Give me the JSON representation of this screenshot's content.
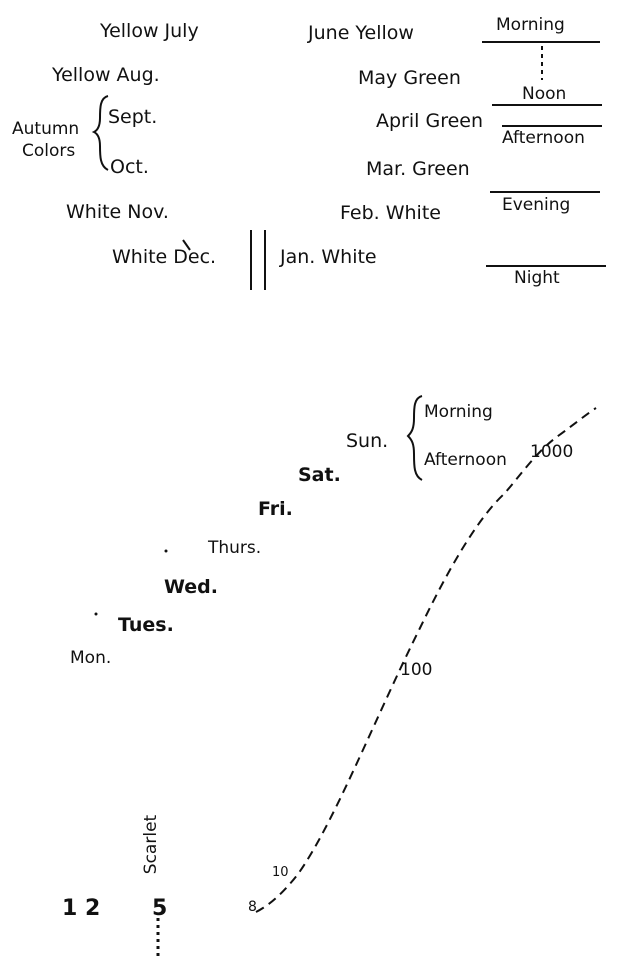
{
  "months_left": {
    "yellow_july": "Yellow July",
    "yellow_aug": "Yellow Aug.",
    "autumn_colors_line1": "Autumn",
    "autumn_colors_line2": "Colors",
    "sept": "Sept.",
    "oct": "Oct.",
    "white_nov": "White Nov.",
    "white_dec": "White Dec."
  },
  "months_right": {
    "june_yellow": "June Yellow",
    "may_green": "May Green",
    "april_green": "April Green",
    "mar_green": "Mar. Green",
    "feb_white": "Feb. White",
    "jan_white": "Jan. White"
  },
  "times_of_day": {
    "morning": "Morning",
    "noon": "Noon",
    "afternoon": "Afternoon",
    "evening": "Evening",
    "night": "Night"
  },
  "weekdays": {
    "sun": "Sun.",
    "sun_morning": "Morning",
    "sun_afternoon": "Afternoon",
    "sat": "Sat.",
    "fri": "Fri.",
    "thurs": "Thurs.",
    "wed": "Wed.",
    "tues": "Tues.",
    "mon": "Mon."
  },
  "number_form": {
    "label_1000": "1000",
    "label_100": "100",
    "label_10": "10",
    "label_8": "8",
    "one_two": "1 2",
    "five": "5",
    "scarlet": "Scarlet"
  },
  "colors": {
    "ink": "#111111",
    "paper": "#ffffff"
  }
}
